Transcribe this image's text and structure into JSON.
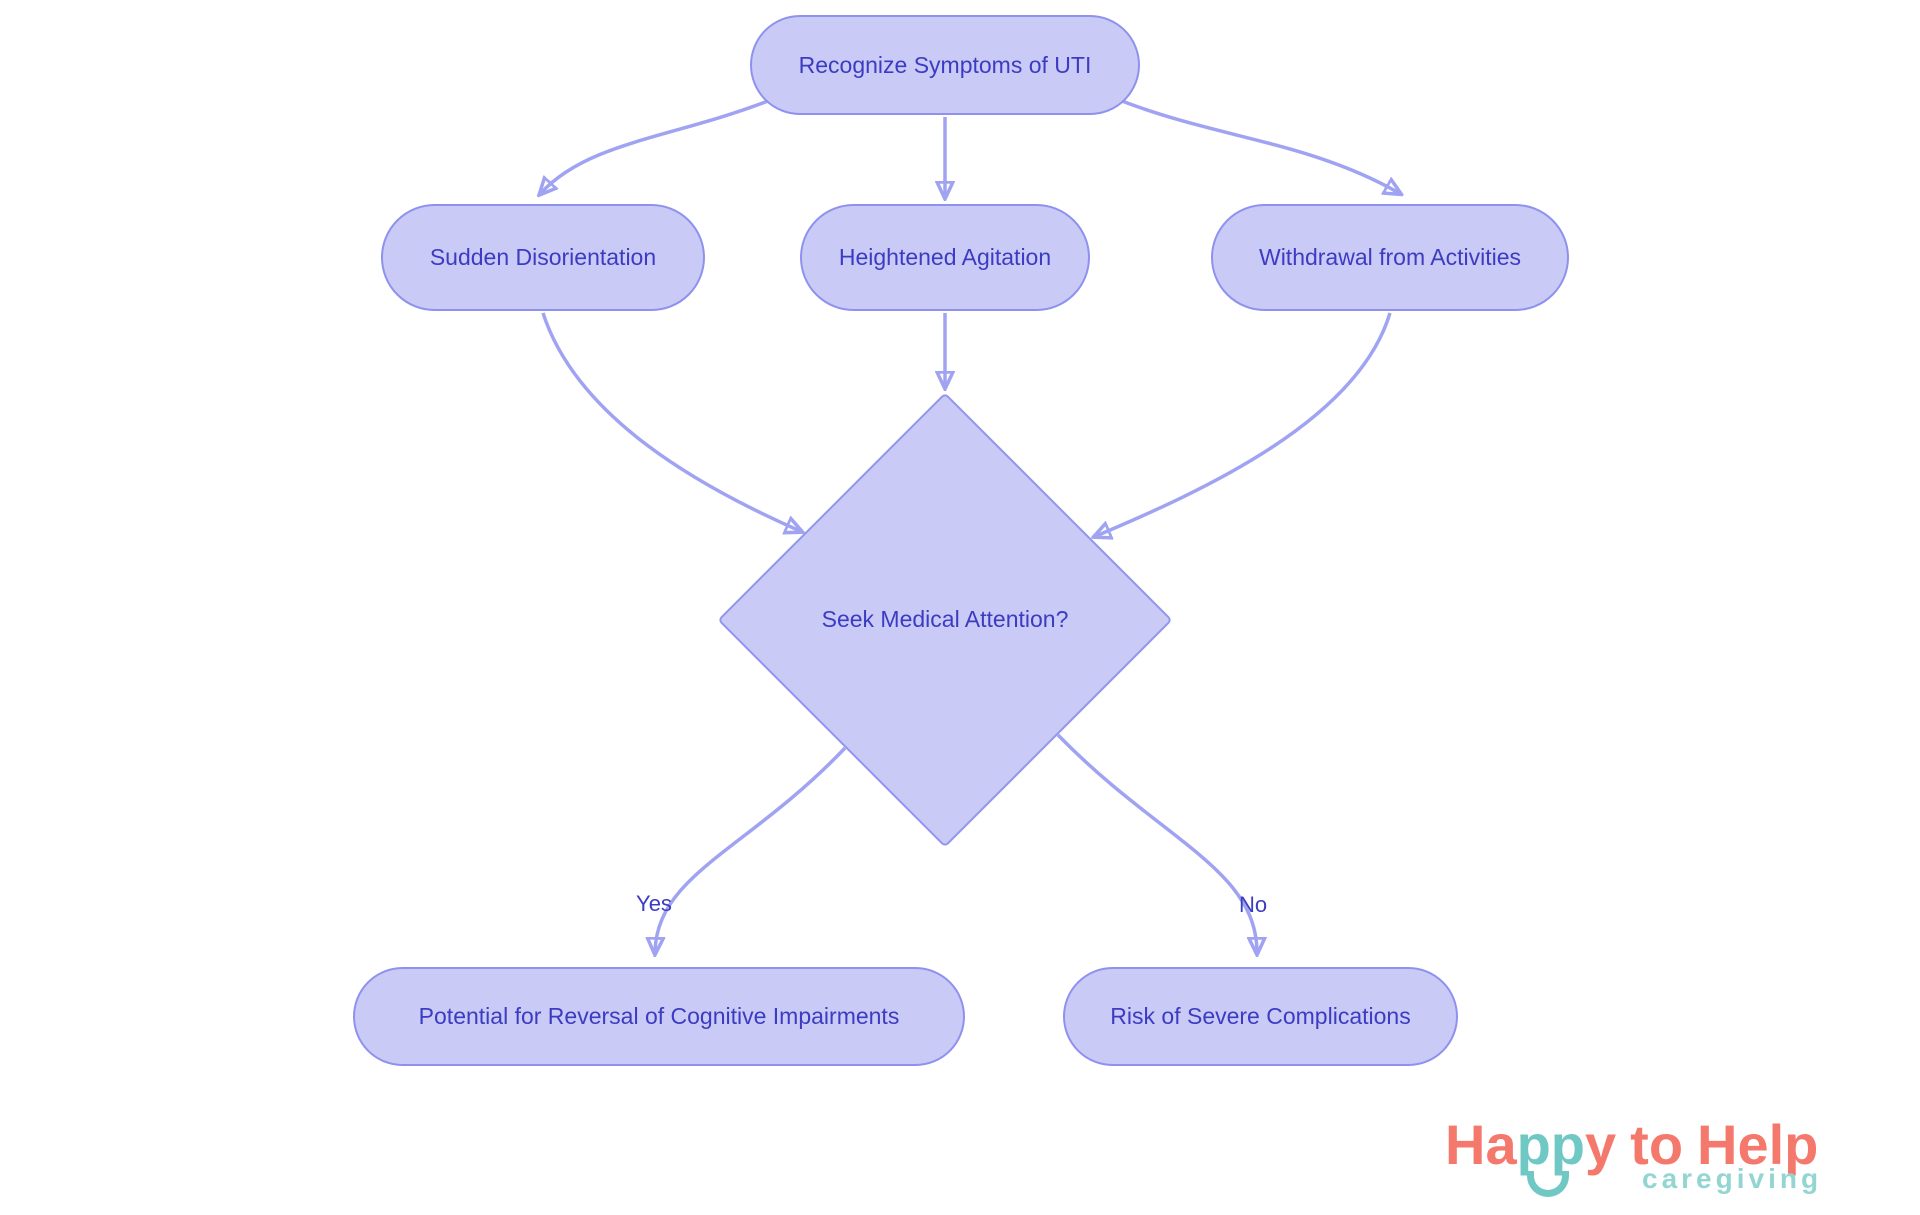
{
  "diagram": {
    "nodes": {
      "root": {
        "label": "Recognize Symptoms of UTI",
        "shape": "rounded"
      },
      "symptom_disorientation": {
        "label": "Sudden Disorientation",
        "shape": "rounded"
      },
      "symptom_agitation": {
        "label": "Heightened Agitation",
        "shape": "rounded"
      },
      "symptom_withdrawal": {
        "label": "Withdrawal from Activities",
        "shape": "rounded"
      },
      "decision": {
        "label": "Seek Medical Attention?",
        "shape": "diamond"
      },
      "outcome_yes": {
        "label": "Potential for Reversal of Cognitive Impairments",
        "shape": "rounded"
      },
      "outcome_no": {
        "label": "Risk of Severe Complications",
        "shape": "rounded"
      }
    },
    "edges": [
      {
        "from": "Recognize Symptoms of UTI",
        "to": "Sudden Disorientation",
        "label": ""
      },
      {
        "from": "Recognize Symptoms of UTI",
        "to": "Heightened Agitation",
        "label": ""
      },
      {
        "from": "Recognize Symptoms of UTI",
        "to": "Withdrawal from Activities",
        "label": ""
      },
      {
        "from": "Sudden Disorientation",
        "to": "Seek Medical Attention?",
        "label": ""
      },
      {
        "from": "Heightened Agitation",
        "to": "Seek Medical Attention?",
        "label": ""
      },
      {
        "from": "Withdrawal from Activities",
        "to": "Seek Medical Attention?",
        "label": ""
      },
      {
        "from": "Seek Medical Attention?",
        "to": "Potential for Reversal of Cognitive Impairments",
        "label": "Yes"
      },
      {
        "from": "Seek Medical Attention?",
        "to": "Risk of Severe Complications",
        "label": "No"
      }
    ],
    "edge_labels": {
      "yes": "Yes",
      "no": "No"
    },
    "colors": {
      "node_fill": "#C9CAF6",
      "node_border": "#8E92EE",
      "node_text": "#3C3CC3",
      "edge": "#A0A3F2"
    }
  },
  "logo": {
    "word1_part1": "Ha",
    "word1_part2": "pp",
    "word1_part3": "y",
    "word2": "to",
    "word3": "Help",
    "subtitle": "caregiving",
    "colors": {
      "coral": "#F4786B",
      "teal": "#6FC8C3",
      "subtitle_teal": "#93D6D1"
    }
  }
}
